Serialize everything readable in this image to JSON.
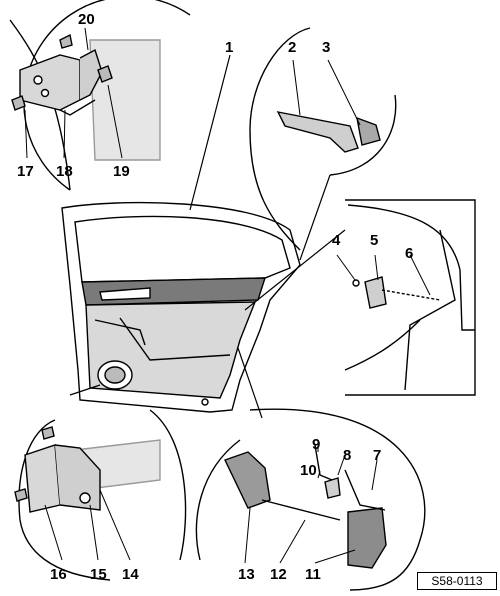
{
  "callouts": {
    "n1": "1",
    "n2": "2",
    "n3": "3",
    "n4": "4",
    "n5": "5",
    "n6": "6",
    "n7": "7",
    "n8": "8",
    "n9": "9",
    "n10": "10",
    "n11": "11",
    "n12": "12",
    "n13": "13",
    "n14": "14",
    "n15": "15",
    "n16": "16",
    "n17": "17",
    "n18": "18",
    "n19": "19",
    "n20": "20"
  },
  "reference": "S58-0113"
}
